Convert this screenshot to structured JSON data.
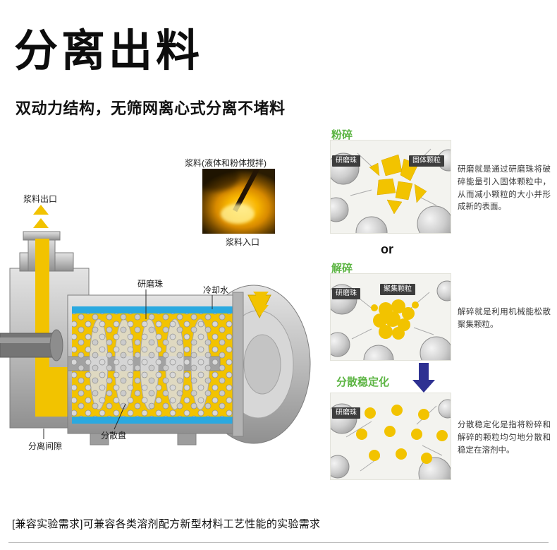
{
  "page": {
    "title": "分离出料",
    "subtitle": "双动力结构，无筛网离心式分离不堵料",
    "footer": "[兼容实验需求]可兼容各类溶剂配方新型材料工艺性能的实验需求"
  },
  "machine": {
    "slurry_outlet": "浆料出口",
    "slurry_caption": "浆料(液体和粉体搅拌)",
    "slurry_inlet": "浆料入口",
    "grinding_beads": "研磨珠",
    "cooling_water": "冷却水",
    "dispersion_disc": "分散盘",
    "separation_gap": "分离间隙"
  },
  "process": {
    "or_label": "or",
    "steps": [
      {
        "name": "粉碎",
        "bead_badge": "研磨珠",
        "particle_badge": "固体颗粒",
        "description": "研磨就是通过研磨珠将破碎能量引入固体颗粒中，从而减小颗粒的大小并形成新的表面。"
      },
      {
        "name": "解碎",
        "bead_badge": "研磨珠",
        "particle_badge": "聚集颗粒",
        "description": "解碎就是利用机械能松散聚集颗粒。"
      },
      {
        "name": "分散稳定化",
        "bead_badge": "研磨珠",
        "particle_badge": "",
        "description": "分散稳定化是指将粉碎和解碎的颗粒均匀地分散和稳定在溶剂中。"
      }
    ]
  },
  "colors": {
    "accent_green": "#5db544",
    "accent_yellow": "#f2c300",
    "cooling_blue": "#2aa9e0",
    "arrow_navy": "#2e3192"
  }
}
